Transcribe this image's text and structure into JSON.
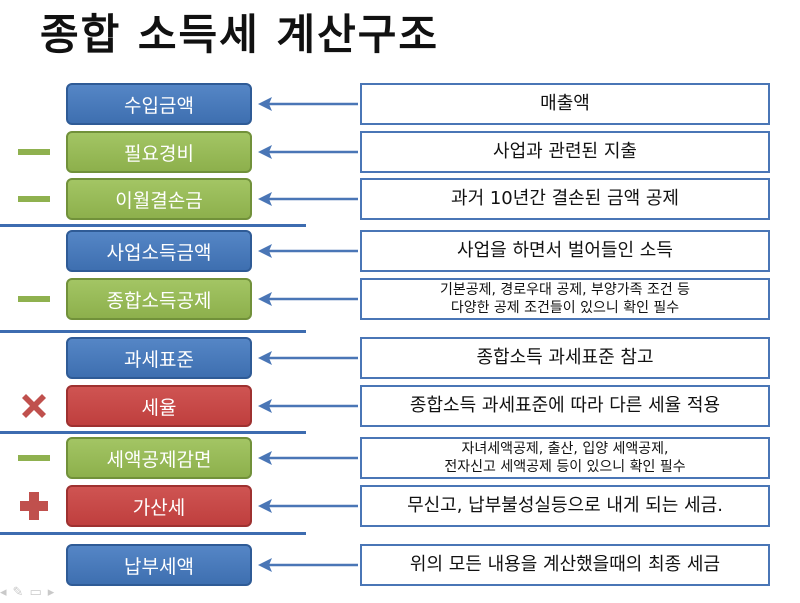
{
  "title": "종합 소득세 계산구조",
  "rows": [
    {
      "label": "수입금액",
      "color": "blue",
      "op": null,
      "desc": [
        "매출액"
      ]
    },
    {
      "label": "필요경비",
      "color": "green",
      "op": "minus",
      "desc": [
        "사업과 관련된 지출"
      ]
    },
    {
      "label": "이월결손금",
      "color": "green",
      "op": "minus",
      "desc": [
        "과거 10년간 결손된 금액 공제"
      ]
    },
    {
      "label": "사업소득금액",
      "color": "blue",
      "op": null,
      "desc": [
        "사업을 하면서 벌어들인 소득"
      ]
    },
    {
      "label": "종합소득공제",
      "color": "green",
      "op": "minus",
      "desc": [
        "기본공제, 경로우대 공제, 부양가족 조건 등",
        "다양한 공제 조건들이 있으니 확인 필수"
      ]
    },
    {
      "label": "과세표준",
      "color": "blue",
      "op": null,
      "desc": [
        "종합소득 과세표준 참고"
      ]
    },
    {
      "label": "세율",
      "color": "red",
      "op": "times",
      "desc": [
        "종합소득 과세표준에 따라 다른 세율 적용"
      ]
    },
    {
      "label": "세액공제감면",
      "color": "green",
      "op": "minus",
      "desc": [
        "자녀세액공제, 출산, 입양 세액공제,",
        "전자신고 세액공제 등이 있으니 확인 필수"
      ]
    },
    {
      "label": "가산세",
      "color": "red",
      "op": "plus",
      "desc": [
        "무신고, 납부불성실등으로 내게 되는 세금."
      ]
    },
    {
      "label": "납부세액",
      "color": "blue",
      "op": null,
      "desc": [
        "위의 모든 내용을 계산했을때의 최종 세금"
      ]
    }
  ],
  "dividers_after_rows": [
    2,
    4,
    6,
    8
  ],
  "colors": {
    "blue": "#4a7bbd",
    "green": "#9abd5a",
    "red": "#c84947",
    "minus": "#8fb14f",
    "times": "#c0504d",
    "plus": "#c0504d",
    "arrow": "#4a76b6",
    "divider": "#3d6cb0"
  }
}
